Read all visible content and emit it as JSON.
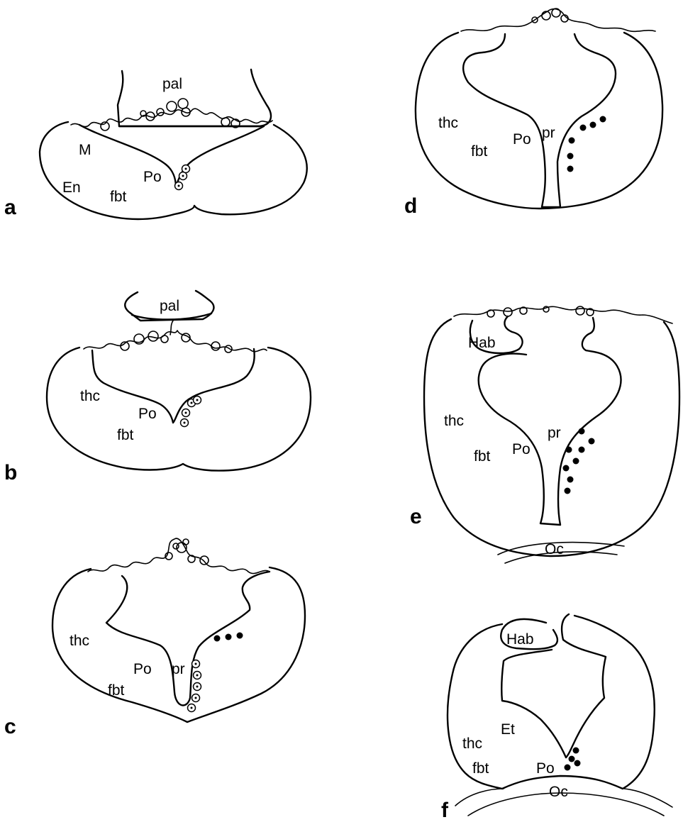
{
  "figure": {
    "panels": {
      "a": {
        "letter": "a",
        "pal": "pal",
        "M": "M",
        "En": "En",
        "Po": "Po",
        "fbt": "fbt"
      },
      "b": {
        "letter": "b",
        "pal": "pal",
        "thc": "thc",
        "Po": "Po",
        "fbt": "fbt"
      },
      "c": {
        "letter": "c",
        "thc": "thc",
        "Po": "Po",
        "pr": "pr",
        "fbt": "fbt"
      },
      "d": {
        "letter": "d",
        "thc": "thc",
        "Po": "Po",
        "pr": "pr",
        "fbt": "fbt"
      },
      "e": {
        "letter": "e",
        "Hab": "Hab",
        "thc": "thc",
        "pr": "pr",
        "Po": "Po",
        "fbt": "fbt",
        "Oc": "Oc"
      },
      "f": {
        "letter": "f",
        "Hab": "Hab",
        "thc": "thc",
        "Et": "Et",
        "fbt": "fbt",
        "Po": "Po",
        "Oc": "Oc"
      }
    }
  }
}
